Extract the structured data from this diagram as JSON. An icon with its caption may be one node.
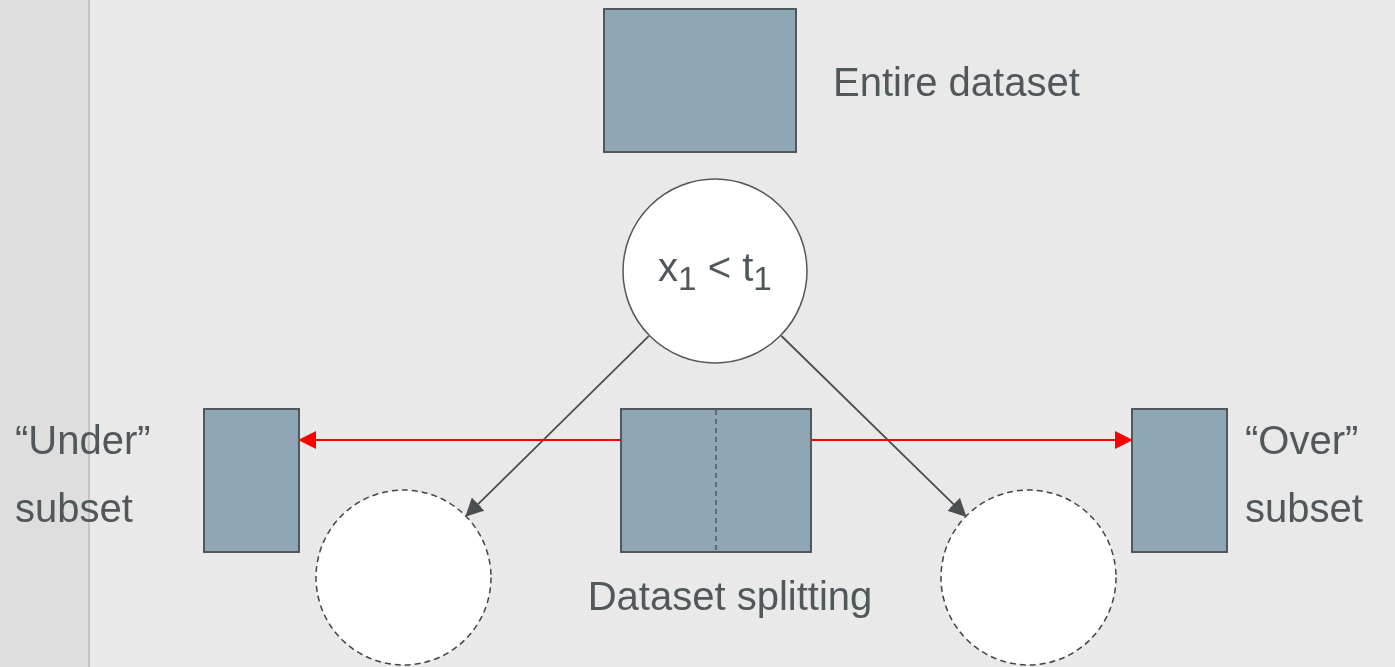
{
  "diagram": {
    "nodes": [
      {
        "text": [],
        "shape": "box",
        "beside": [
          "Entire dataset"
        ]
      },
      {
        "text": [
          "x$_{1}$ < t$_{1}$"
        ]
      },
      {
        "text": [],
        "shape": "box",
        "beside": [
          "“Under” subset"
        ]
      },
      {
        "text": [],
        "shape": "circle"
      },
      {
        "text": [],
        "shape": "box",
        "beside": [
          "Dataset splitting"
        ]
      },
      {
        "text": [],
        "shape": "circle"
      },
      {
        "text": [],
        "shape": "box",
        "beside": [
          "“Over” subset"
        ]
      }
    ],
    "edges": [
      {
        "from": 1,
        "to": 3,
        "arrow": "to"
      },
      {
        "from": 1,
        "to": 5,
        "arrow": "to"
      },
      {
        "from": 4,
        "to": 2,
        "arrow": "to",
        "color": "#ff0000"
      },
      {
        "from": 4,
        "to": 6,
        "arrow": "to",
        "color": "#ff0000"
      }
    ]
  }
}
